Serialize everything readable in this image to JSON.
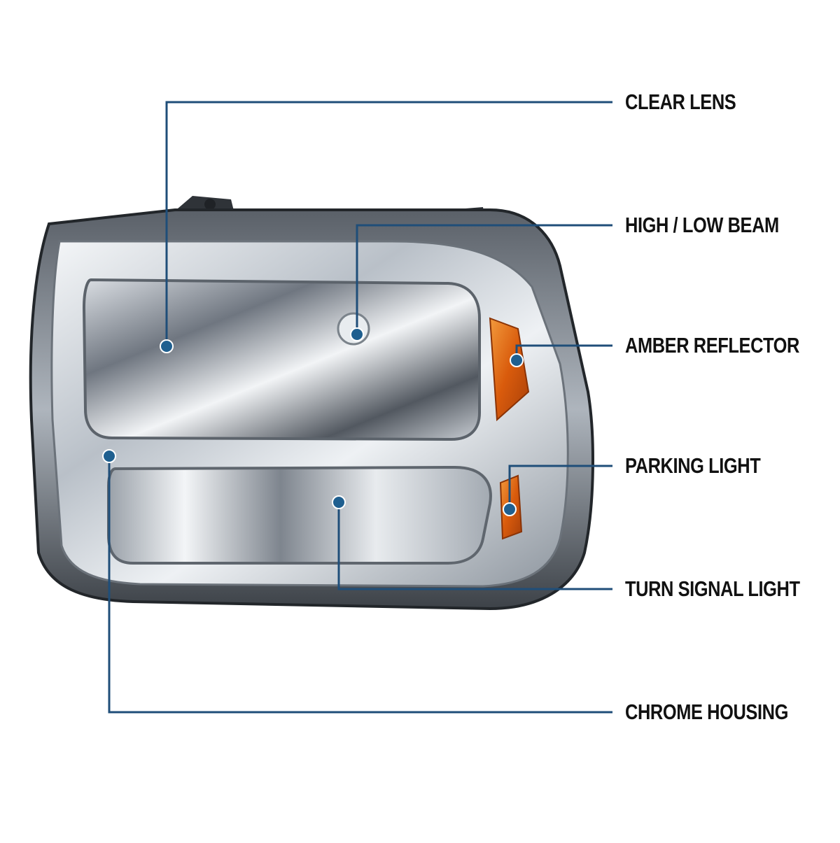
{
  "colors": {
    "callout_line": "#1f4e79",
    "callout_dot": "#1f5f8f",
    "label_text": "#111111",
    "amber": "#e06a10",
    "chrome_dark": "#3a3e44",
    "chrome_light": "#e9edf1"
  },
  "callouts": [
    {
      "id": "clear-lens",
      "label": "CLEAR LENS"
    },
    {
      "id": "high-low-beam",
      "label": "HIGH / LOW BEAM"
    },
    {
      "id": "amber-reflector",
      "label": "AMBER REFLECTOR"
    },
    {
      "id": "parking-light",
      "label": "PARKING LIGHT"
    },
    {
      "id": "turn-signal-light",
      "label": "TURN SIGNAL LIGHT"
    },
    {
      "id": "chrome-housing",
      "label": "CHROME HOUSING"
    }
  ]
}
